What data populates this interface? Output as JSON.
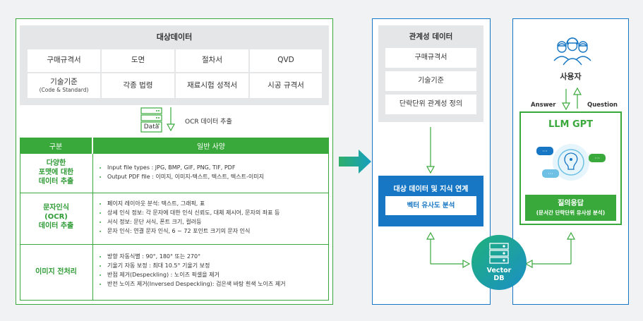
{
  "target_data": {
    "title": "대상데이터",
    "cells": [
      {
        "label": "구매규격서"
      },
      {
        "label": "도면"
      },
      {
        "label": "절차서"
      },
      {
        "label": "QVD"
      },
      {
        "label": "기술기준",
        "sub": "(Code & Standard)"
      },
      {
        "label": "각종 법령"
      },
      {
        "label": "재료시험 성적서"
      },
      {
        "label": "시공 규격서"
      }
    ]
  },
  "ocr": {
    "icon_label": "Data",
    "label": "OCR 데이터 추출"
  },
  "spec_table": {
    "headers": [
      "구분",
      "일반 사양"
    ],
    "rows": [
      {
        "category": "다양한\n포맷에 대한\n데이터 추출",
        "items": [
          "Input file types : JPG, BMP, GIF, PNG, TIF, PDF",
          "Output PDF file : 이미지, 이미지-텍스트, 텍스트, 텍스트-이미지"
        ]
      },
      {
        "category": "문자인식\n(OCR)\n데이터 추출",
        "items": [
          "페이지 레이아웃 분석: 텍스트, 그래픽, 표",
          "상세 인식 정보: 각 문자에 대한 인식 신뢰도, 대체 제시어, 문자의 좌표 등",
          "서식 정보: 문단 서식, 폰트 크기, 컬러등",
          "문자 인식: 연결 문자 인식, 6 ~ 72 포인트 크기의 문자 인식"
        ]
      },
      {
        "category": "이미지 전처리",
        "items": [
          "방향 자동식별 : 90°, 180° 또는 270°",
          "기울기 자동 보정 : 최대 10.5° 기울기 보정",
          "반점 제거(Despeckling) : 노이즈 픽셀을 제거",
          "반전 노이즈 제거(Inversed Despeckling): 검은색 바탕 흰색 노이즈 제거"
        ]
      }
    ]
  },
  "relation_data": {
    "title": "관계성 데이터",
    "items": [
      "구매규격서",
      "기술기준",
      "단락단위 관계성 정의"
    ]
  },
  "knowledge": {
    "title": "대상 데이터 및 지식 연계",
    "button": "벡터 유사도 분석"
  },
  "vector_db": {
    "label": "Vector\nDB"
  },
  "user": {
    "label": "사용자",
    "answer": "Answer",
    "question": "Question"
  },
  "llm": {
    "title": "LLM GPT",
    "qa_title": "질의응답",
    "qa_sub": "(문서간 단락단위 유사성 분석)"
  },
  "colors": {
    "green": "#3aa93c",
    "blue": "#1777c4",
    "teal": "#16a3b4",
    "gray_panel": "#e5e6e8",
    "page_bg": "#f1f2f3"
  }
}
